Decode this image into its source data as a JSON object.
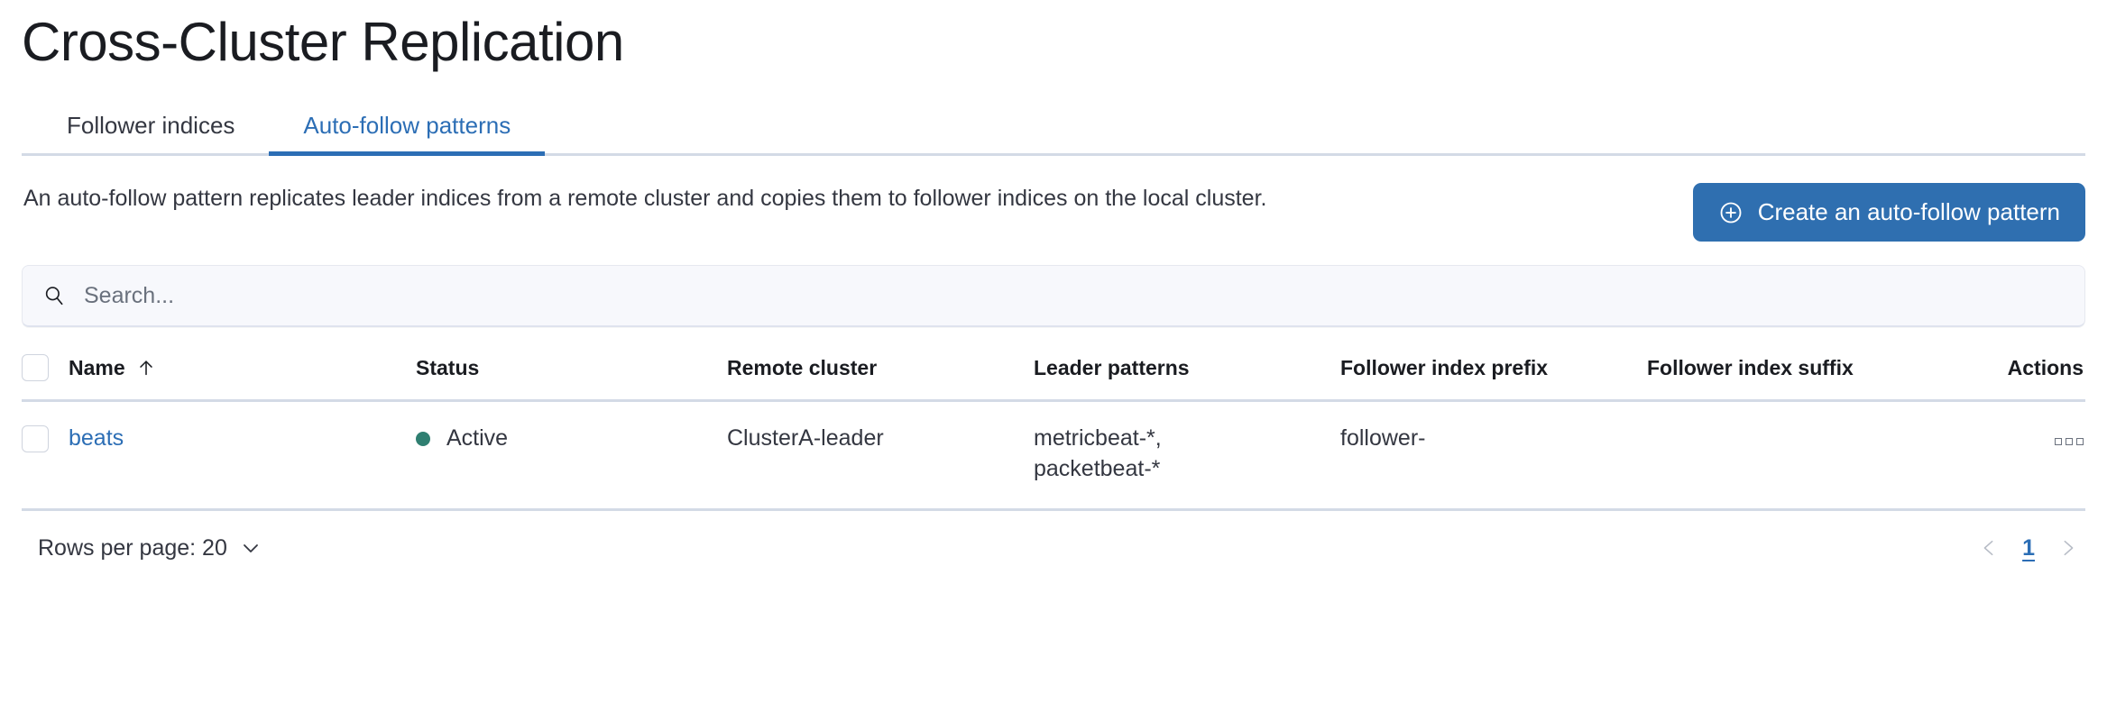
{
  "header": {
    "title": "Cross-Cluster Replication"
  },
  "tabs": [
    {
      "label": "Follower indices",
      "active": false
    },
    {
      "label": "Auto-follow patterns",
      "active": true
    }
  ],
  "description": {
    "text": "An auto-follow pattern replicates leader indices from a remote cluster and copies them to follower indices on the local cluster."
  },
  "actions": {
    "create_label": "Create an auto-follow pattern",
    "create_icon": "plus-in-circle-icon",
    "create_color": "#2f6fb0"
  },
  "search": {
    "placeholder": "Search...",
    "value": "",
    "icon": "search-icon"
  },
  "table": {
    "columns": [
      "Name",
      "Status",
      "Remote cluster",
      "Leader patterns",
      "Follower index prefix",
      "Follower index suffix",
      "Actions"
    ],
    "sort": {
      "column": "Name",
      "direction": "asc",
      "icon": "arrow-up-icon"
    },
    "rows": [
      {
        "selected": false,
        "name": "beats",
        "status": "Active",
        "status_color": "#2f7f71",
        "remote_cluster": "ClusterA-leader",
        "leader_patterns": "metricbeat-*,\npacketbeat-*",
        "follower_index_prefix": "follower-",
        "follower_index_suffix": "",
        "actions_icon": "ellipsis-horizontal-icon"
      }
    ]
  },
  "footer": {
    "rows_per_page_label": "Rows per page: 20",
    "rows_per_page_icon": "chevron-down-icon",
    "pagination": {
      "prev_icon": "chevron-left-icon",
      "next_icon": "chevron-right-icon",
      "current_page": "1"
    }
  },
  "theme": {
    "link_color": "#2c6eb5",
    "border_color": "#d3dae6",
    "text_color": "#343741"
  }
}
